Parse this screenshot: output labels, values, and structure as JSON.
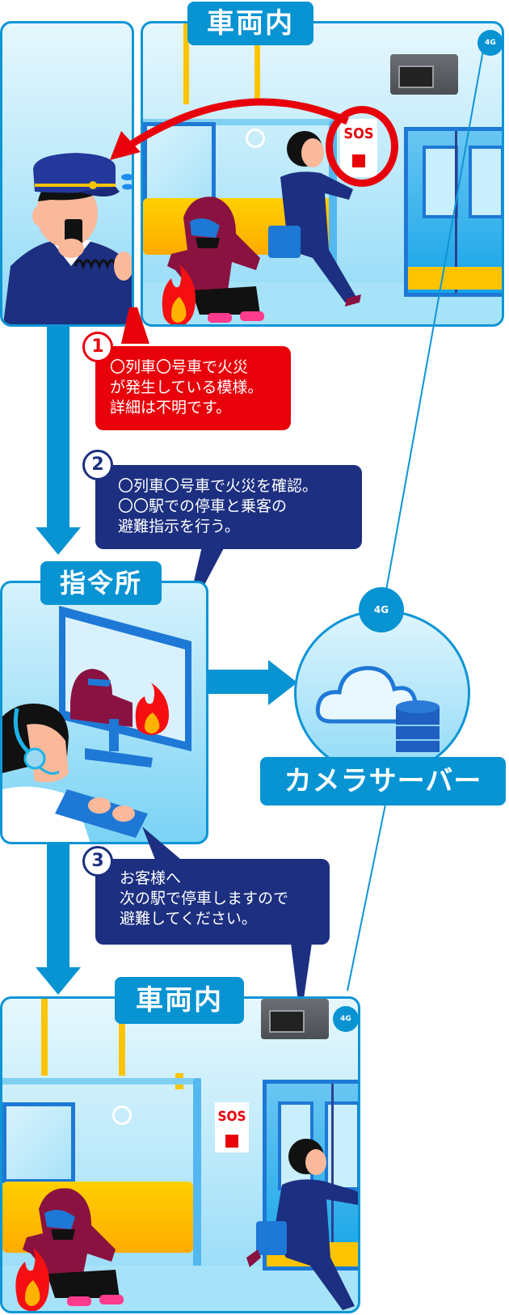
{
  "scene1": {
    "label": "車両内",
    "sos_text": "SOS"
  },
  "step1": {
    "number": "1",
    "lines": [
      "〇列車〇号車で火災",
      "が発生している模様。",
      "詳細は不明です。"
    ]
  },
  "step2": {
    "number": "2",
    "lines": [
      "〇列車〇号車で火災を確認。",
      "〇〇駅での停車と乗客の",
      "避難指示を行う。"
    ]
  },
  "command_center": {
    "label": "指令所"
  },
  "camera_server": {
    "label": "カメラサーバー"
  },
  "step3": {
    "number": "3",
    "lines": [
      "お客様へ",
      "次の駅で停車しますので",
      "避難してください。"
    ]
  },
  "scene2": {
    "label": "車両内",
    "sos_text": "SOS"
  },
  "antenna": {
    "icon": "antenna-4g-icon",
    "text": "4G"
  },
  "colors": {
    "primary_blue": "#0893d3",
    "alert_red": "#e8000b",
    "navy": "#1c2f80",
    "panel_border": "#0e95d6"
  }
}
